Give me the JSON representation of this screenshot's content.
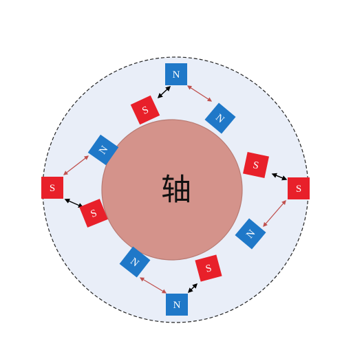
{
  "shaft_label": "轴",
  "pole_labels": {
    "north": "N",
    "south": "S"
  },
  "colors": {
    "background": "#ffffff",
    "outer_disk": "#e9eef8",
    "outer_ring_stroke": "#222222",
    "shaft_fill": "#d4938b",
    "shaft_stroke": "#b87a72",
    "north_fill": "#1f78c8",
    "south_fill": "#e8202a",
    "link_red": "#c0504d",
    "link_black": "#000000"
  }
}
